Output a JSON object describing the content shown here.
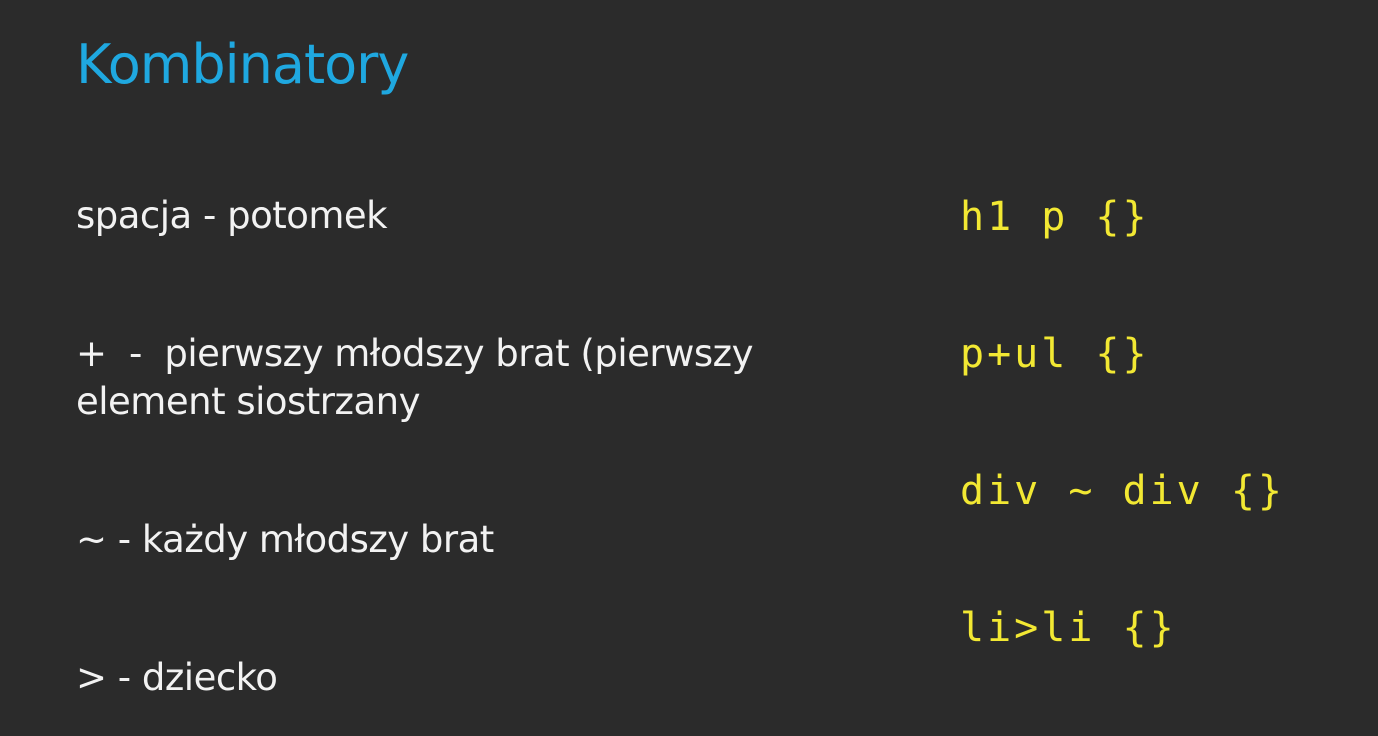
{
  "slide": {
    "title": "Kombinatory",
    "rows": [
      {
        "description": "spacja - potomek",
        "code": "h1 p {}"
      },
      {
        "description": "+  -  pierwszy młodszy brat (pierwszy\nelement siostrzany",
        "code": "p+ul {}"
      },
      {
        "description": "~ - każdy młodszy brat",
        "code": "div ~ div {}"
      },
      {
        "description": "> - dziecko",
        "code": "li>li {}"
      }
    ]
  },
  "colors": {
    "background": "#2b2b2b",
    "title": "#1fa8e0",
    "text": "#f2f2f2",
    "code": "#f2e833"
  }
}
